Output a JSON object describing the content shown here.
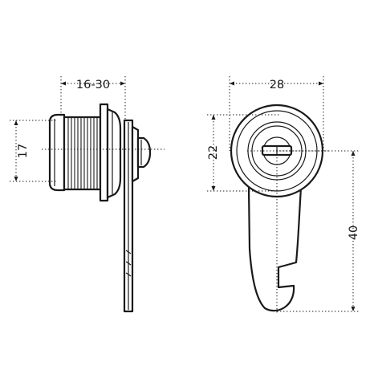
{
  "dimensions": {
    "body_length": "16-30",
    "body_diameter": "17",
    "head_diameter": "28",
    "head_height": "22",
    "cam_length": "40"
  }
}
